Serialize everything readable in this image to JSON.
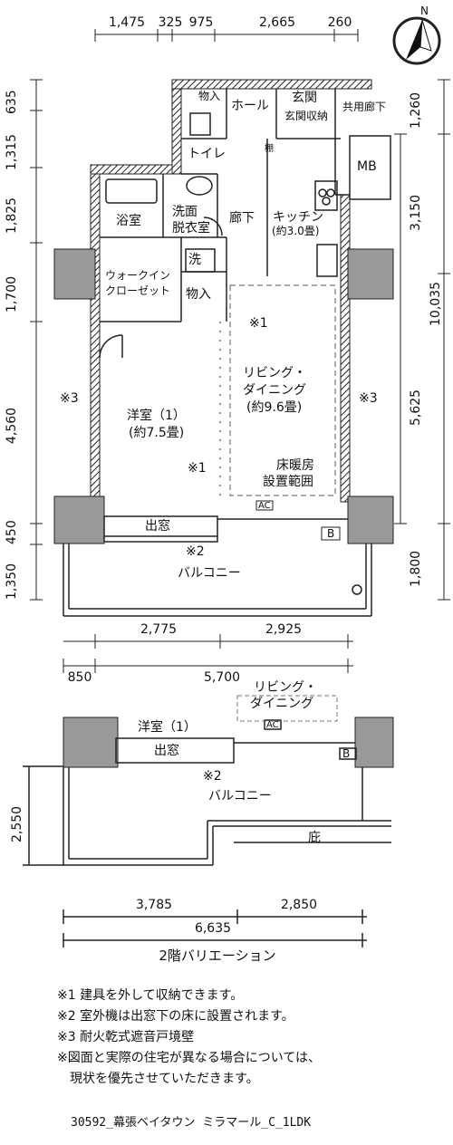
{
  "top_dims": [
    "1,475",
    "325",
    "975",
    "2,665",
    "260"
  ],
  "left_dims": [
    "635",
    "1,315",
    "1,825",
    "1,700",
    "4,560",
    "450",
    "1,350"
  ],
  "right_dims": [
    "1,260",
    "3,150",
    "5,625",
    "1,800",
    "10,035"
  ],
  "bottom_dims_a": [
    "2,775",
    "2,925"
  ],
  "bottom_dims_b": [
    "850",
    "5,700"
  ],
  "rooms": {
    "storage_top": "物入",
    "hall": "ホール",
    "entrance": "玄関",
    "entrance_storage": "玄関収納",
    "shared_corridor": "共用廊下",
    "toilet": "トイレ",
    "shelf": "棚",
    "mb": "MB",
    "bath": "浴室",
    "washroom_line1": "洗面",
    "washroom_line2": "脱衣室",
    "corridor": "廊下",
    "kitchen": "キッチン",
    "kitchen_size": "(約3.0畳)",
    "washer": "洗",
    "walkin_line1": "ウォークイン",
    "walkin_line2": "クローゼット",
    "storage_mid": "物入",
    "note1_mark": "※1",
    "living_line1": "リビング・",
    "living_line2": "ダイニング",
    "living_size": "(約9.6畳)",
    "note3_left": "※3",
    "note3_right": "※3",
    "western_room": "洋室（1）",
    "western_size": "(約7.5畳)",
    "note1_mark2": "※1",
    "floor_heating_line1": "床暖房",
    "floor_heating_line2": "設置範囲",
    "ac": "AC",
    "bay_window": "出窓",
    "b_mark": "B",
    "note2_mark": "※2",
    "balcony": "バルコニー"
  },
  "variation": {
    "living_line1": "リビング・",
    "living_line2": "ダイニング",
    "western_room": "洋室（1）",
    "ac": "AC",
    "bay_window": "出窓",
    "b_mark": "B",
    "note2_mark": "※2",
    "balcony": "バルコニー",
    "eaves": "庇",
    "left_dim": "2,550",
    "dims_a": [
      "3,785",
      "2,850"
    ],
    "dim_total": "6,635",
    "caption": "2階バリエーション"
  },
  "compass": {
    "north": "N"
  },
  "notes": [
    "※1 建具を外して収納できます。",
    "※2 室外機は出窓下の床に設置されます。",
    "※3 耐火乾式遮音戸境壁",
    "※図面と実際の住宅が異なる場合については、",
    "　現状を優先させていただきます。"
  ],
  "code": "30592_幕張ベイタウン ミラマール_C_1LDK"
}
